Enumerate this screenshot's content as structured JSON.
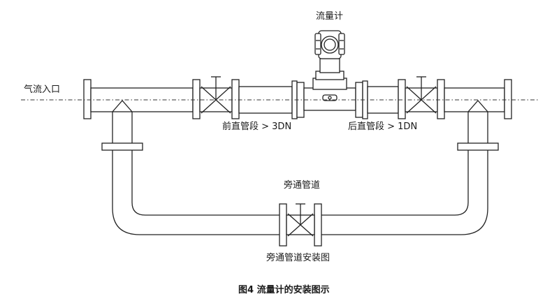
{
  "labels": {
    "flowmeter": "流量计",
    "inlet": "气流入口",
    "upstream": "前直管段 > 3DN",
    "downstream": "后直管段 > 1DN",
    "bypass": "旁通管道",
    "diagram_title": "旁通管道安装图"
  },
  "caption": "图4 流量计的安装图示"
}
